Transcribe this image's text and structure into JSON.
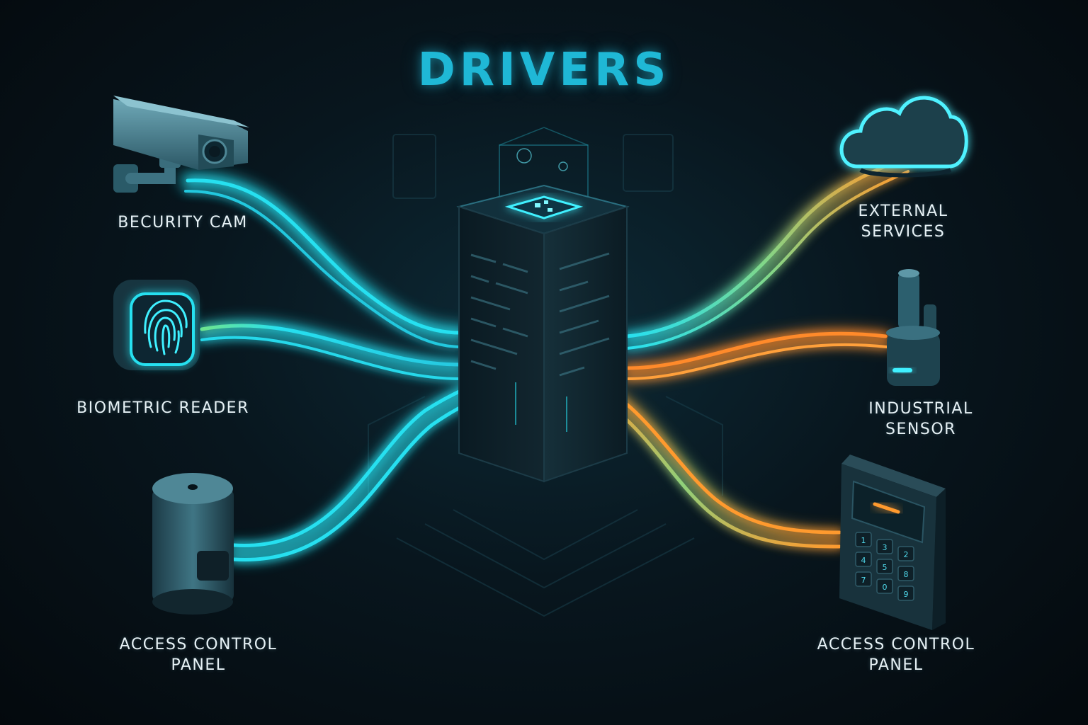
{
  "title": "DRIVERS",
  "nodes": {
    "security_cam": {
      "lines": [
        "BECURITY CAM"
      ],
      "icon": "security-camera-icon"
    },
    "biometric_reader": {
      "lines": [
        "BIOMETRIC READER"
      ],
      "icon": "fingerprint-icon"
    },
    "access_control_left": {
      "lines": [
        "ACCESS CONTROL",
        "PANEL"
      ],
      "icon": "cylinder-device-icon"
    },
    "external_services": {
      "lines": [
        "EXTERNAL",
        "SERVICES"
      ],
      "icon": "cloud-icon"
    },
    "industrial_sensor": {
      "lines": [
        "INDUSTRIAL",
        "SENSOR"
      ],
      "icon": "sensor-icon"
    },
    "access_control_right": {
      "lines": [
        "ACCESS CONTROL",
        "PANEL"
      ],
      "icon": "keypad-icon"
    }
  },
  "hub": {
    "icon": "server-tower-icon"
  },
  "colors": {
    "background": "#06121a",
    "cyan": "#27e0f0",
    "orange": "#ff9a2e",
    "title": "#1fb8d6",
    "label": "#e6f1f5"
  },
  "keypad": {
    "keys": [
      "1",
      "3",
      "2",
      "4",
      "5",
      "8",
      "7",
      "0",
      "9"
    ]
  }
}
